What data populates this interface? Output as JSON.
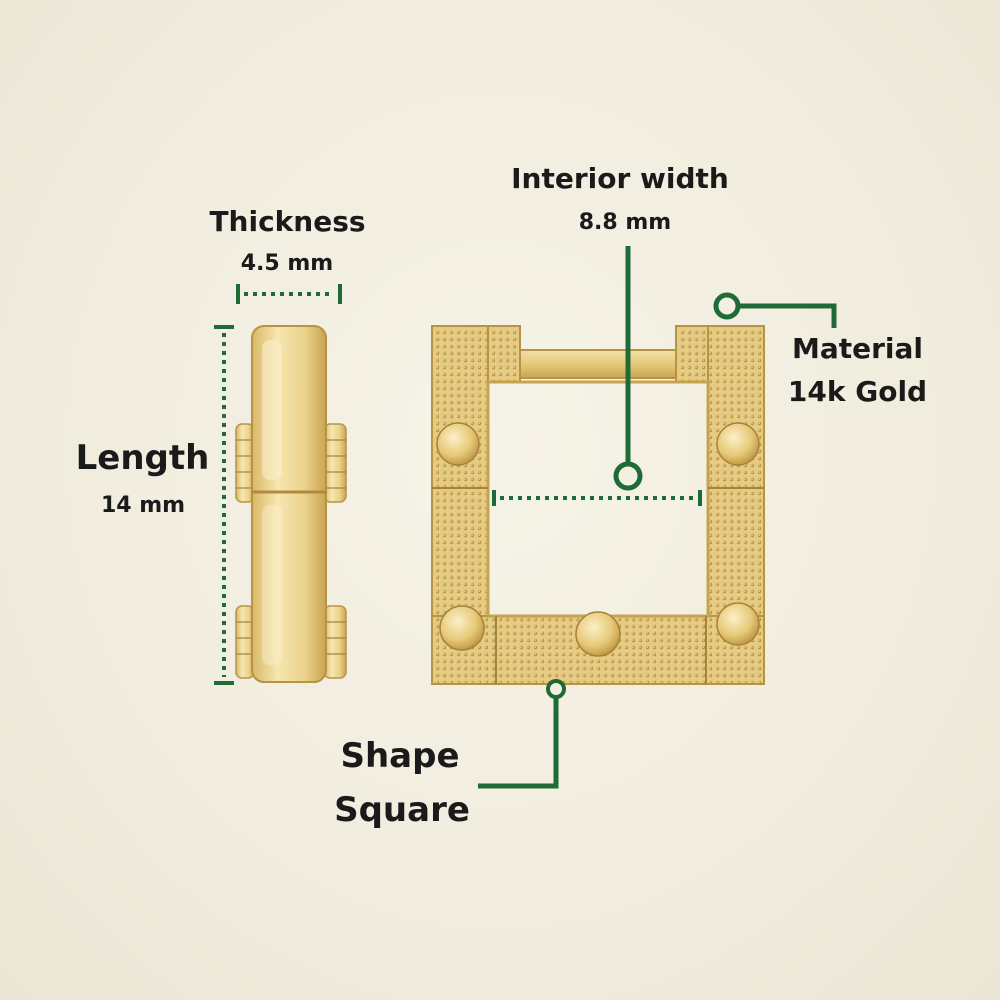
{
  "colors": {
    "background": "#f2eedf",
    "accent": "#1f6b38",
    "gold": "#e8cf86",
    "text": "#1a1a1a"
  },
  "labels": {
    "interior_width": {
      "title": "Interior width",
      "value": "8.8 mm"
    },
    "thickness": {
      "title": "Thickness",
      "value": "4.5 mm"
    },
    "length": {
      "title": "Length",
      "value": "14 mm"
    },
    "material": {
      "title": "Material",
      "value": "14k Gold"
    },
    "shape": {
      "title": "Shape",
      "value": "Square"
    }
  }
}
